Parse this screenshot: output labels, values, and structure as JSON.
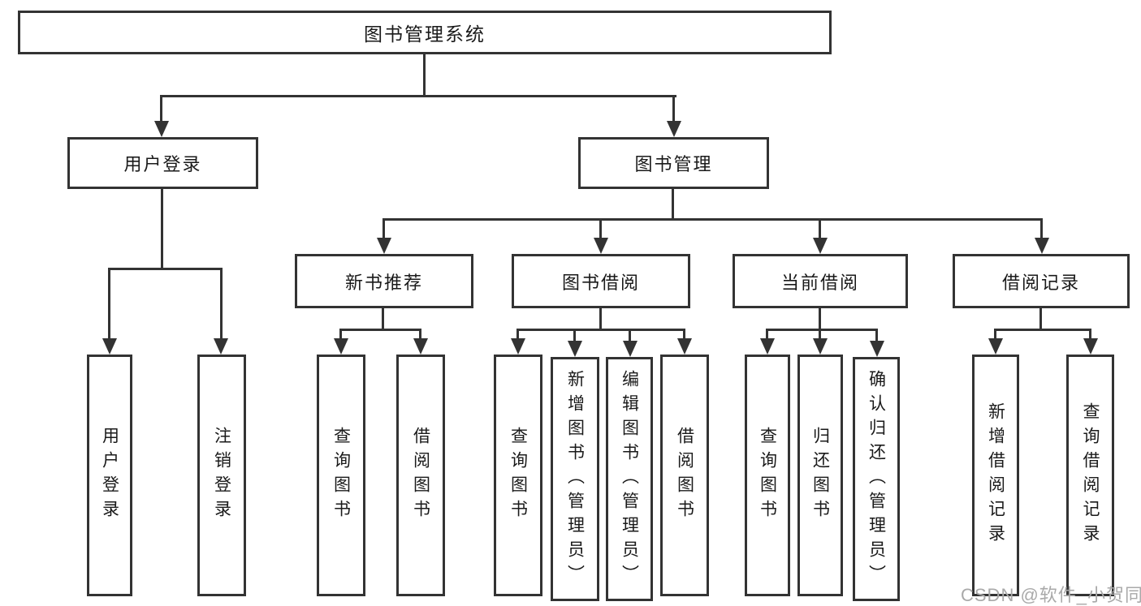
{
  "colors": {
    "line": "#333333",
    "text": "#1a1a1a",
    "watermark": "#a9a9a9",
    "background": "#ffffff"
  },
  "watermark": {
    "text": "CSDN @软件_小贺同学"
  },
  "tree": {
    "root": {
      "label": "图书管理系统",
      "children": [
        {
          "label": "用户登录",
          "children": [
            {
              "label": "用户登录"
            },
            {
              "label": "注销登录"
            }
          ]
        },
        {
          "label": "图书管理",
          "children": [
            {
              "label": "新书推荐",
              "children": [
                {
                  "label": "查询图书"
                },
                {
                  "label": "借阅图书"
                }
              ]
            },
            {
              "label": "图书借阅",
              "children": [
                {
                  "label": "查询图书"
                },
                {
                  "label": "新增图书（管理员）"
                },
                {
                  "label": "编辑图书（管理员）"
                },
                {
                  "label": "借阅图书"
                }
              ]
            },
            {
              "label": "当前借阅",
              "children": [
                {
                  "label": "查询图书"
                },
                {
                  "label": "归还图书"
                },
                {
                  "label": "确认归还（管理员）"
                }
              ]
            },
            {
              "label": "借阅记录",
              "children": [
                {
                  "label": "新增借阅记录"
                },
                {
                  "label": "查询借阅记录"
                }
              ]
            }
          ]
        }
      ]
    }
  }
}
